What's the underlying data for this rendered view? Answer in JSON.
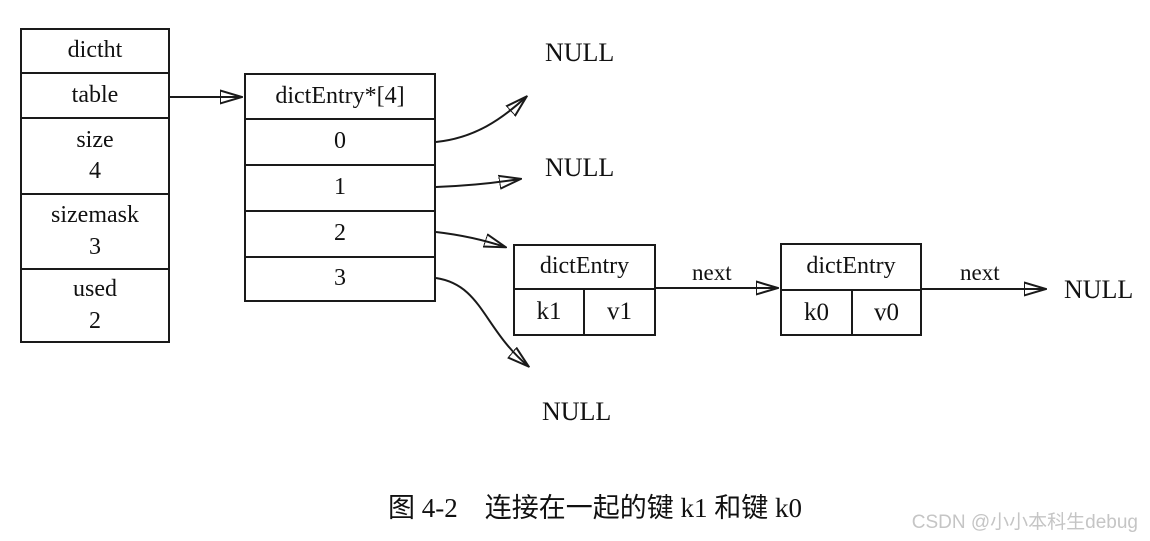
{
  "diagram": {
    "dictht_box": {
      "title": "dictht",
      "rows": [
        {
          "label": "table",
          "value": ""
        },
        {
          "label": "size",
          "value": "4"
        },
        {
          "label": "sizemask",
          "value": "3"
        },
        {
          "label": "used",
          "value": "2"
        }
      ]
    },
    "bucket_array": {
      "title": "dictEntry*[4]",
      "slots": [
        "0",
        "1",
        "2",
        "3"
      ]
    },
    "entries": [
      {
        "title": "dictEntry",
        "key": "k1",
        "value": "v1"
      },
      {
        "title": "dictEntry",
        "key": "k0",
        "value": "v0"
      }
    ],
    "next_label": "next",
    "null_label": "NULL"
  },
  "caption": "图 4-2　连接在一起的键 k1 和键 k0",
  "watermark": "CSDN @小小本科生debug",
  "colors": {
    "line": "#1a1a1a",
    "background": "#ffffff",
    "watermark_gray": "#c5c5c5"
  }
}
